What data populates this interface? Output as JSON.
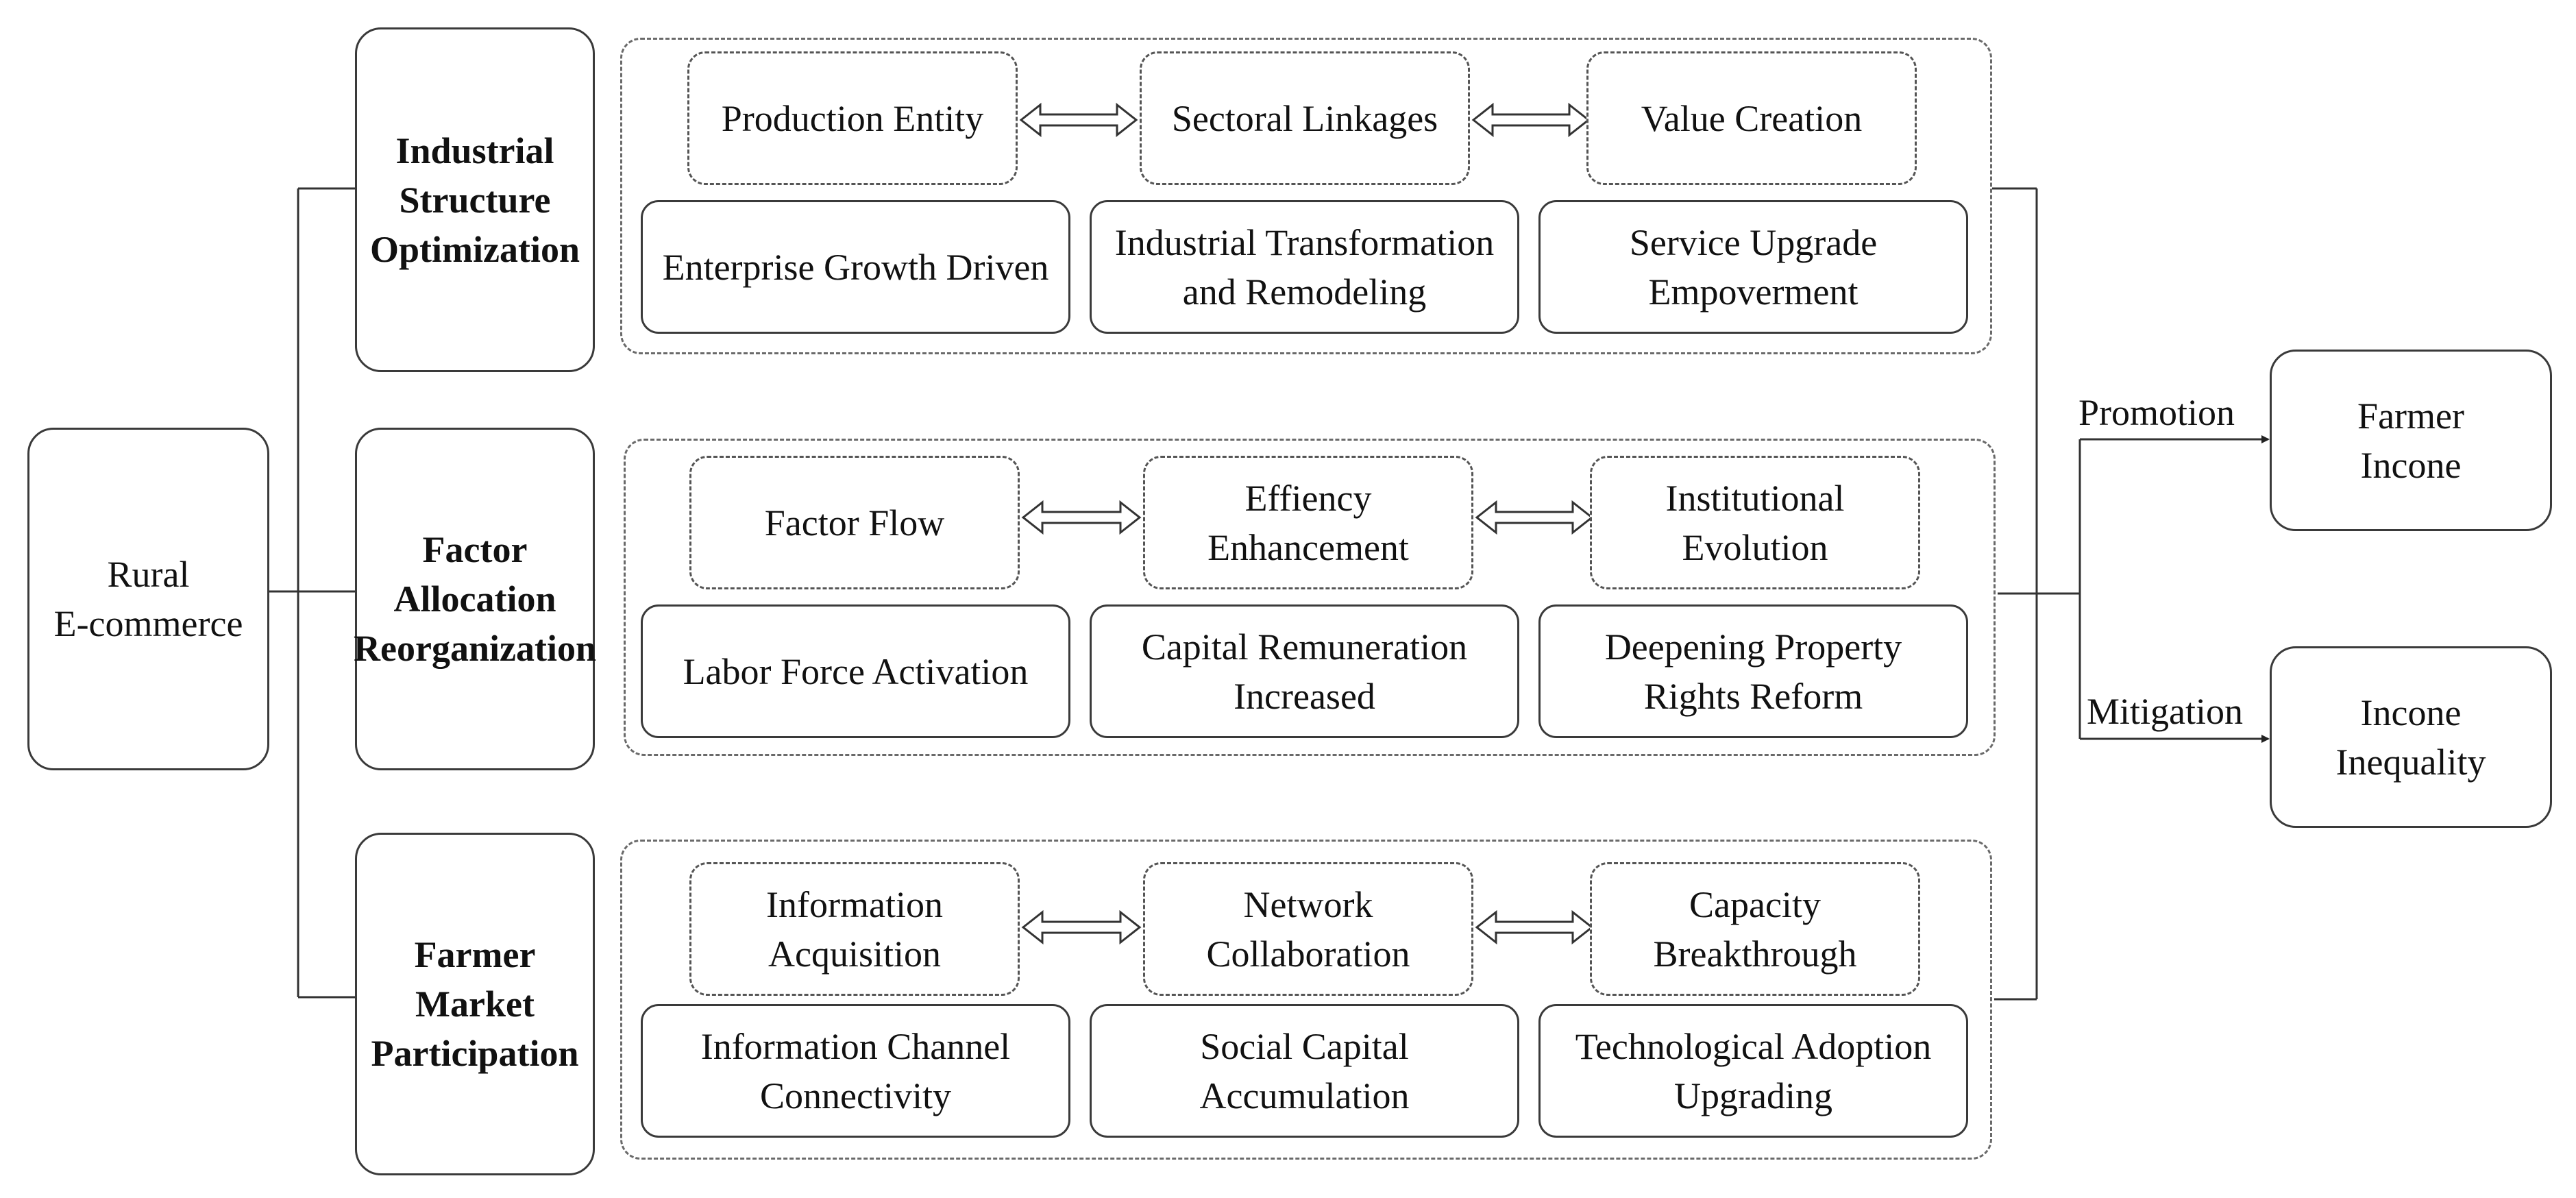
{
  "source": {
    "label": "Rural\nE-commerce"
  },
  "mechanisms": [
    {
      "title": "Industrial\nStructure\nOptimization",
      "dashed": [
        "Production Entity",
        "Sectoral Linkages",
        "Value Creation"
      ],
      "solid": [
        "Enterprise Growth Driven",
        "Industrial Transformation\nand Remodeling",
        "Service Upgrade\nEmpoverment"
      ]
    },
    {
      "title": "Factor\nAllocation\nReorganization",
      "dashed": [
        "Factor Flow",
        "Effiency\nEnhancement",
        "Institutional\nEvolution"
      ],
      "solid": [
        "Labor Force Activation",
        "Capital Remuneration\nIncreased",
        "Deepening Property\nRights Reform"
      ]
    },
    {
      "title": "Farmer\nMarket\nParticipation",
      "dashed": [
        "Information\nAcquisition",
        "Network\nCollaboration",
        "Capacity\nBreakthrough"
      ],
      "solid": [
        "Information Channel\nConnectivity",
        "Social Capital\nAccumulation",
        "Technological Adoption\nUpgrading"
      ]
    }
  ],
  "outcomes": [
    {
      "edge_label": "Promotion",
      "label": "Farmer\nIncone"
    },
    {
      "edge_label": "Mitigation",
      "label": "Incone\nInequality"
    }
  ]
}
